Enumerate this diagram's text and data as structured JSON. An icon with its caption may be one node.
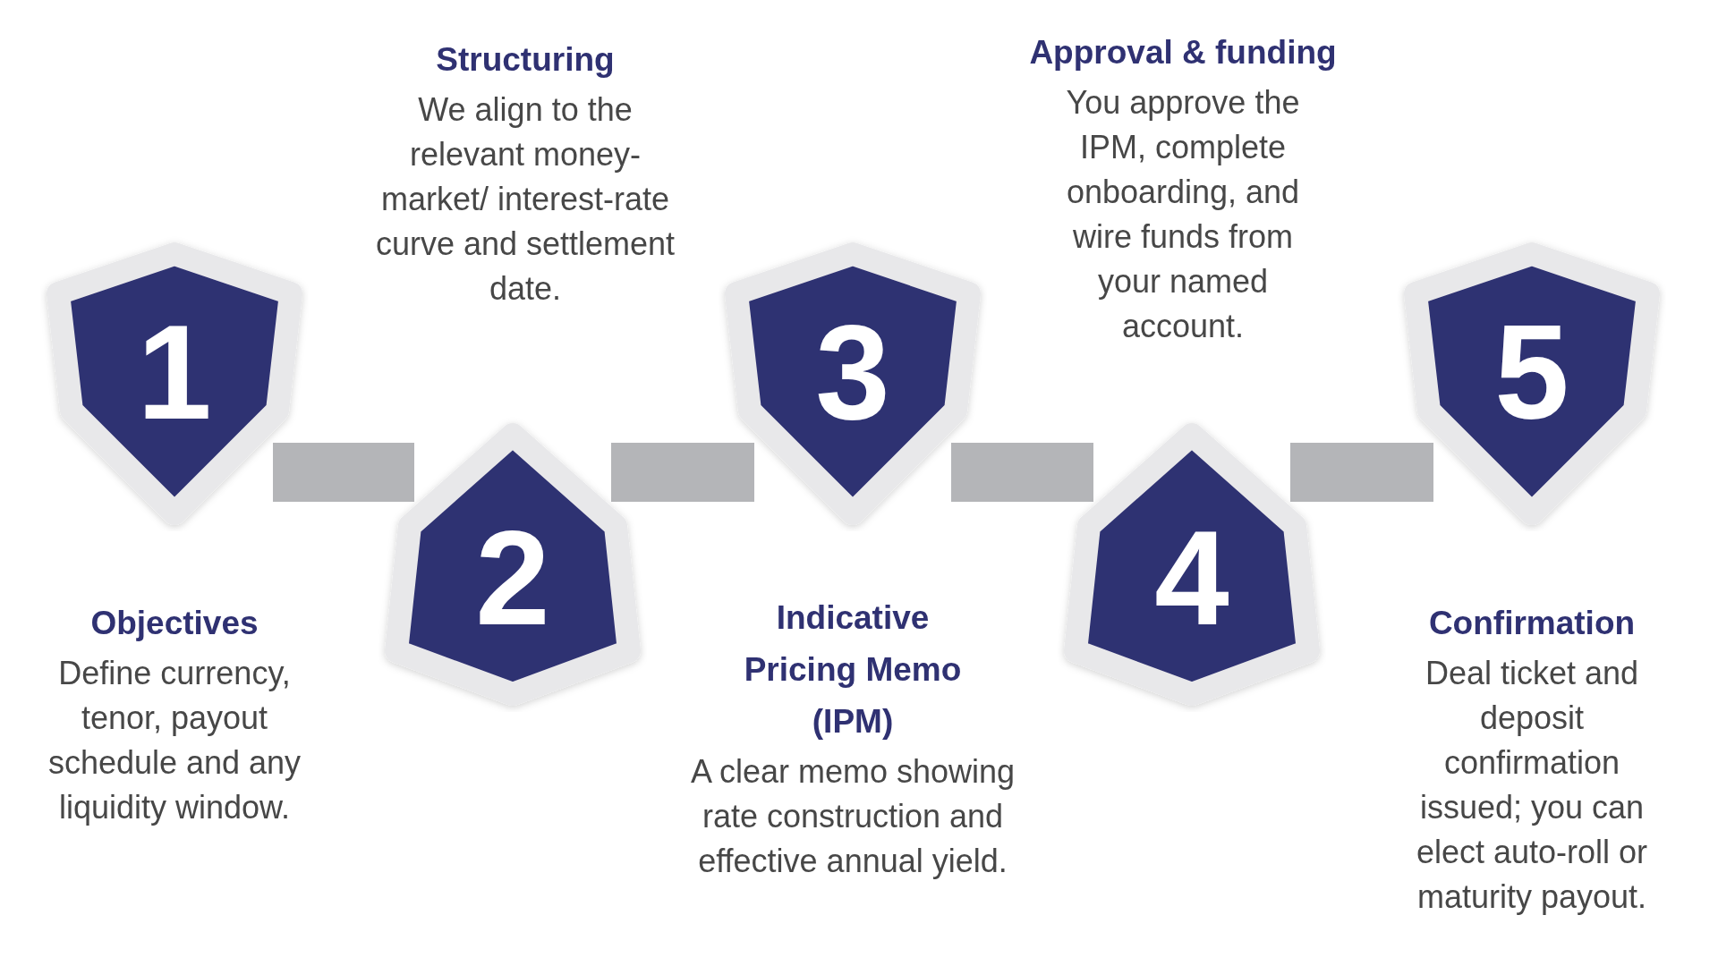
{
  "diagram": {
    "nodes": [
      {
        "text": [
          "1"
        ],
        "beside": [
          "Objectives",
          "Define currency, tenor, payout schedule and any liquidity window."
        ]
      },
      {
        "text": [
          "2"
        ],
        "beside": [
          "Structuring",
          "We align to the relevant money-market/ interest-rate curve and settlement date."
        ]
      },
      {
        "text": [
          "3"
        ],
        "beside": [
          "Indicative Pricing Memo (IPM)",
          "A clear memo showing rate construction and effective annual yield."
        ]
      },
      {
        "text": [
          "4"
        ],
        "beside": [
          "Approval & funding",
          "You approve the IPM, complete onboarding, and wire funds from your named account."
        ]
      },
      {
        "text": [
          "5"
        ],
        "beside": [
          "Confirmation",
          "Deal ticket and deposit confirmation issued; you can elect auto-roll or maturity payout."
        ]
      }
    ],
    "edges": [
      {
        "from": 0,
        "to": 1,
        "arrow": "none"
      },
      {
        "from": 1,
        "to": 2,
        "arrow": "none"
      },
      {
        "from": 2,
        "to": 3,
        "arrow": "none"
      },
      {
        "from": 3,
        "to": 4,
        "arrow": "none"
      }
    ]
  }
}
